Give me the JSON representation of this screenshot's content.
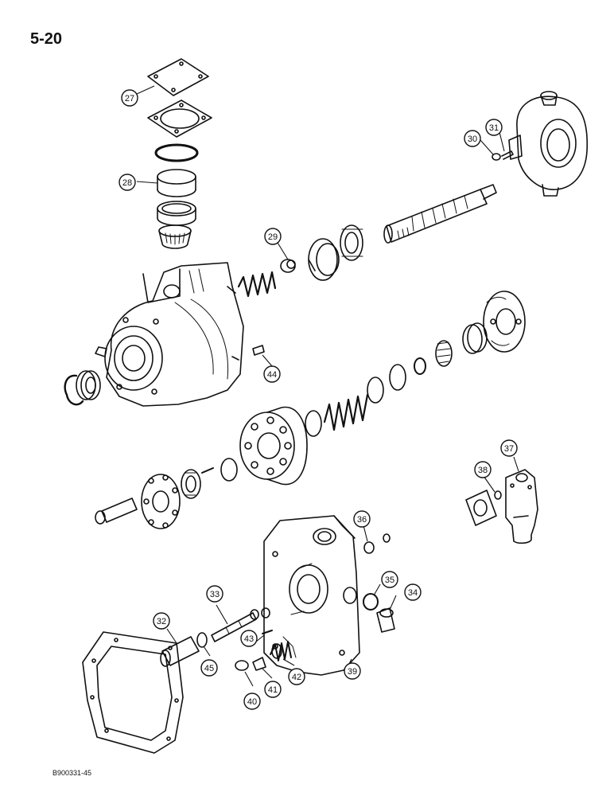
{
  "page_number": "5-20",
  "reference_code": "B900331-45",
  "callouts": [
    "27",
    "28",
    "29",
    "30",
    "31",
    "32",
    "33",
    "34",
    "35",
    "36",
    "37",
    "38",
    "39",
    "40",
    "41",
    "42",
    "43",
    "44",
    "45"
  ]
}
